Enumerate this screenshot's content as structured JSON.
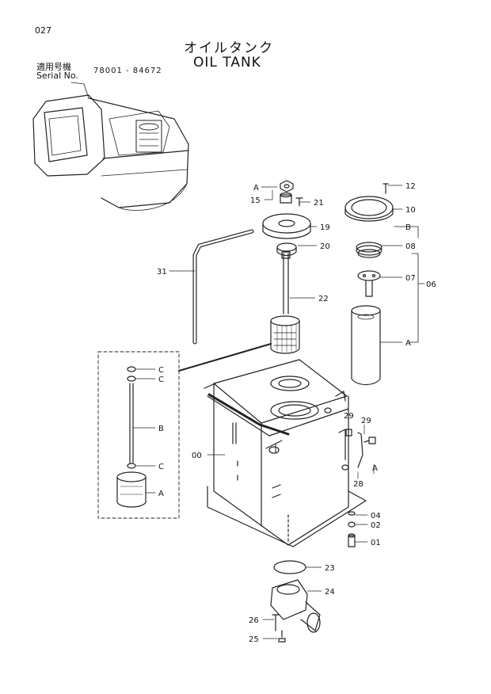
{
  "header": {
    "page_number": "027",
    "title_jp": "オイルタンク",
    "title_en": "OIL TANK",
    "serial_jp": "適用号機",
    "serial_en": "Serial No.",
    "serial_range": "78001 - 84672"
  },
  "part_labels": {
    "p12": "12",
    "p10": "10",
    "pB_top": "B",
    "p08": "08",
    "p07": "07",
    "p06": "06",
    "pA_right": "A",
    "p15": "15",
    "pA_top": "A",
    "p21": "21",
    "p19": "19",
    "p20": "20",
    "p22": "22",
    "p31": "31",
    "pC1": "C",
    "pC2": "C",
    "pB_inset": "B",
    "pC3": "C",
    "pA_inset": "A",
    "p00": "00",
    "p29a": "29",
    "p29b": "29",
    "p28": "28",
    "pA_side": "A",
    "p04": "04",
    "p02": "02",
    "p01": "01",
    "p23": "23",
    "p24": "24",
    "p26": "26",
    "p25": "25"
  }
}
